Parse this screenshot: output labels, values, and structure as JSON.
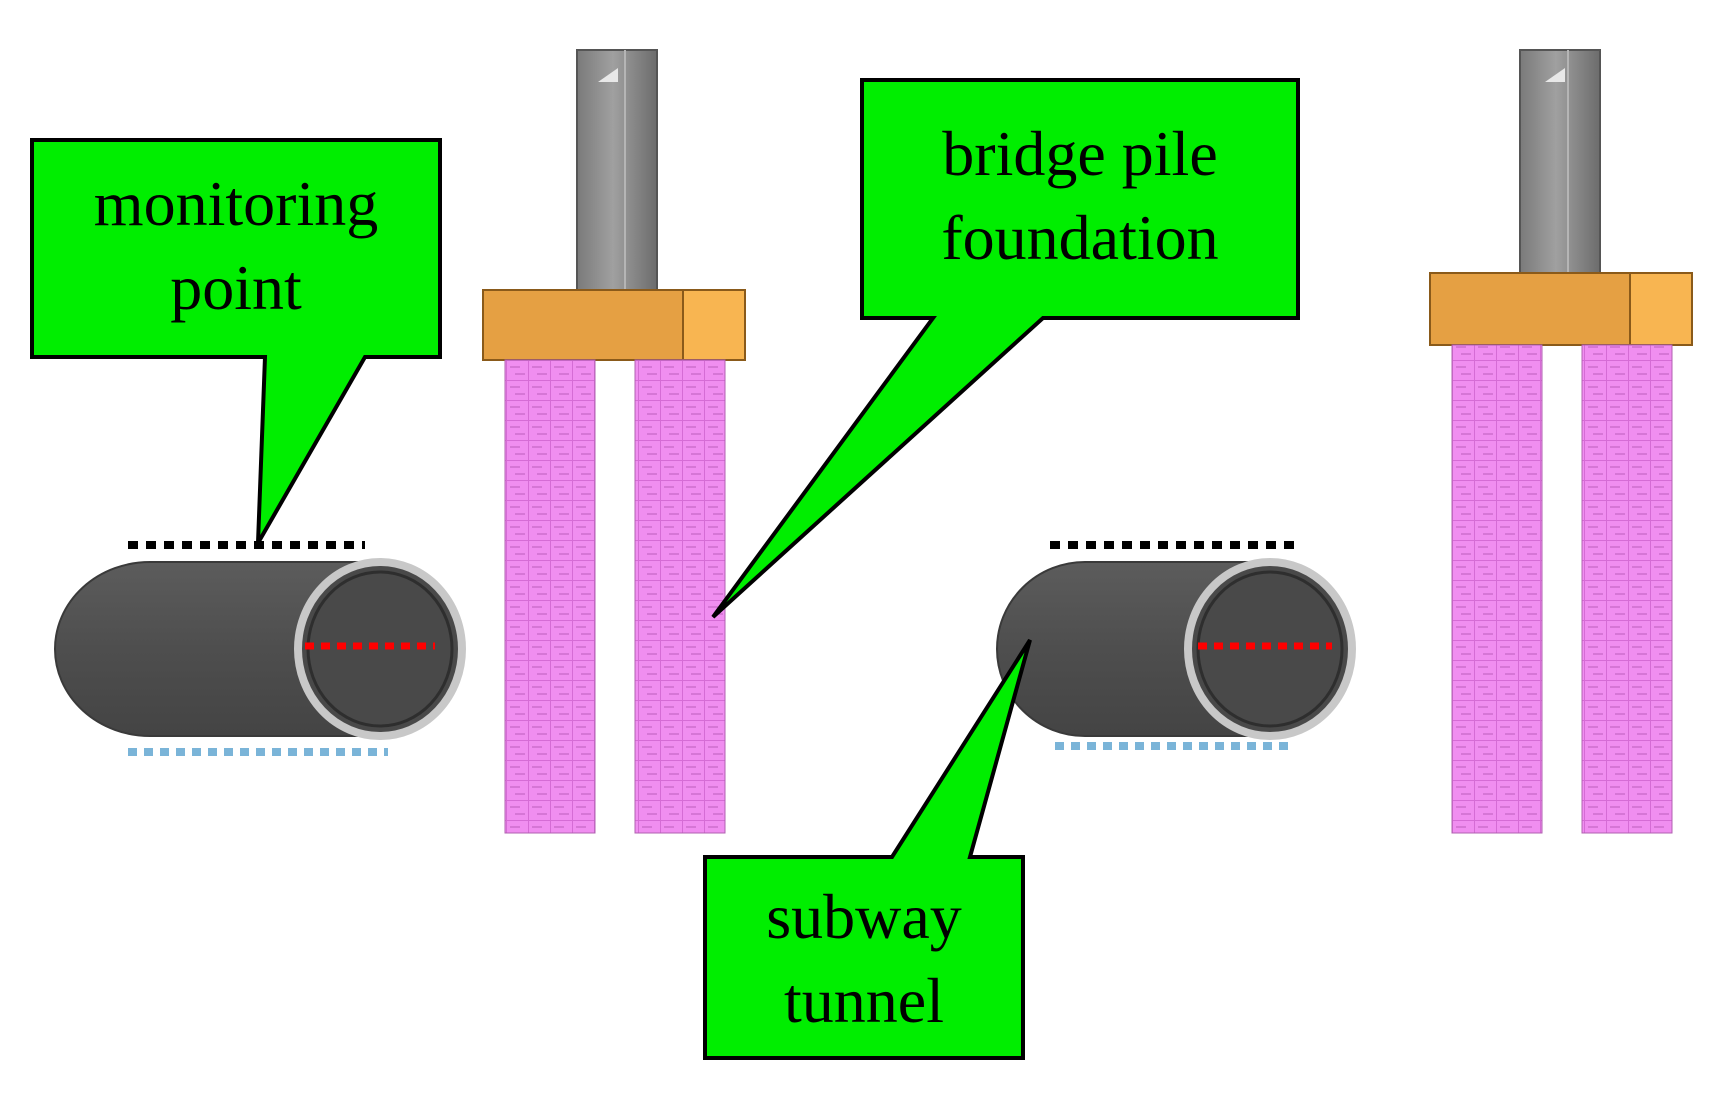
{
  "callouts": {
    "monitoring_point": {
      "line1": "monitoring",
      "line2": "point"
    },
    "bridge_pile_foundation": {
      "line1": "bridge pile",
      "line2": "foundation"
    },
    "subway_tunnel": {
      "line1": "subway",
      "line2": "tunnel"
    }
  },
  "colors": {
    "callout_fill": "#00ee00",
    "callout_stroke": "#000000",
    "pile_fill": "#f08ef0",
    "pile_grid": "#c050c0",
    "pile_cap": "#e5a043",
    "pile_cap_side": "#f8b551",
    "pier_column": "#8a8a8a",
    "tunnel_body": "#505050",
    "tunnel_ring": "#bdbdbd",
    "monitoring_top": "#000000",
    "monitoring_axis": "#ff0000",
    "monitoring_bottom": "#7ab4d8"
  },
  "icons": {
    "tunnels": [
      "tunnel-cylinder-icon",
      "tunnel-cylinder-icon"
    ],
    "piers": [
      "bridge-pier-icon",
      "bridge-pier-icon"
    ]
  }
}
